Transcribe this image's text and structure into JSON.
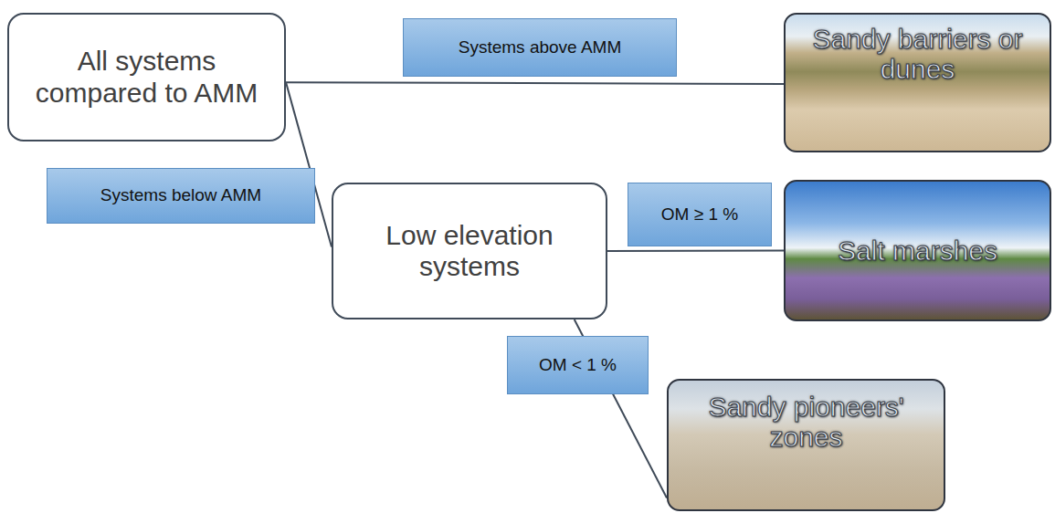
{
  "diagram": {
    "nodes": [
      {
        "text": [
          "All systems compared to AMM"
        ]
      },
      {
        "text": [
          "Low elevation systems"
        ]
      },
      {
        "text": [
          "Sandy barriers or dunes"
        ]
      },
      {
        "text": [
          "Salt marshes"
        ]
      },
      {
        "text": [
          "Sandy pioneers' zones"
        ]
      }
    ],
    "edges": [
      {
        "from": 0,
        "to": 2,
        "label": "Systems above AMM",
        "arrow": "none"
      },
      {
        "from": 0,
        "to": 1,
        "label": "Systems below AMM",
        "arrow": "none"
      },
      {
        "from": 1,
        "to": 3,
        "label": "OM ≥ 1 %",
        "arrow": "none"
      },
      {
        "from": 1,
        "to": 4,
        "label": "OM < 1 %",
        "arrow": "none"
      }
    ]
  }
}
